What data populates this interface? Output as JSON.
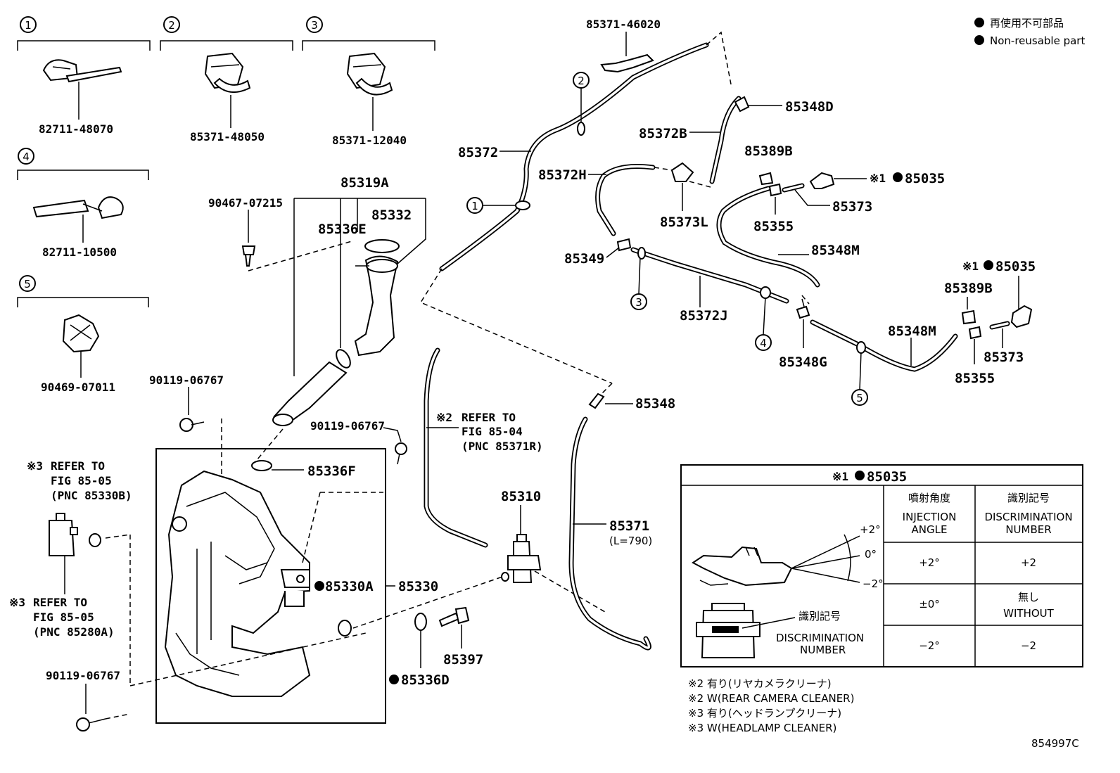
{
  "legend": {
    "jp": "再使用不可部品",
    "en": "Non-reusable part"
  },
  "callouts": {
    "c1": "1",
    "c2": "2",
    "c3": "3",
    "c4": "4",
    "c5": "5"
  },
  "parts": {
    "p82711_48070": "82711-48070",
    "p85371_48050": "85371-48050",
    "p85371_12040": "85371-12040",
    "p82711_10500": "82711-10500",
    "p90469_07011": "90469-07011",
    "p85319A": "85319A",
    "p90467_07215": "90467-07215",
    "p85332": "85332",
    "p85336E": "85336E",
    "p90119_a": "90119-06767",
    "p90119_b": "90119-06767",
    "p90119_c": "90119-06767",
    "p85336F": "85336F",
    "p85330A": "85330A",
    "p85330": "85330",
    "p85336D": "85336D",
    "p85397": "85397",
    "p85310": "85310",
    "p85371_46020": "85371-46020",
    "p85372": "85372",
    "p85372B": "85372B",
    "p85348D": "85348D",
    "p85372H": "85372H",
    "p85373L": "85373L",
    "p85349": "85349",
    "p85372J": "85372J",
    "p85389B_a": "85389B",
    "p85355_a": "85355",
    "p85373_a": "85373",
    "p85035_a": "85035",
    "p85348M_a": "85348M",
    "p85035_b": "85035",
    "p85389B_b": "85389B",
    "p85348G": "85348G",
    "p85348M_b": "85348M",
    "p85355_b": "85355",
    "p85373_b": "85373",
    "p85348": "85348",
    "p85371": "85371",
    "p85371_len": "(L=790)"
  },
  "marks": {
    "m1": "※1",
    "m2": "※2",
    "m3": "※3"
  },
  "refs": {
    "r2_l1": "REFER TO",
    "r2_l2": "FIG 85-04",
    "r2_l3": "(PNC 85371R)",
    "r3a_l1": "REFER TO",
    "r3a_l2": "FIG 85-05",
    "r3a_l3": "(PNC 85330B)",
    "r3b_l1": "REFER TO",
    "r3b_l2": "FIG 85-05",
    "r3b_l3": "(PNC 85280A)"
  },
  "table": {
    "title": "85035",
    "col1_jp": "噴射角度",
    "col1_en1": "INJECTION",
    "col1_en2": "ANGLE",
    "col2_jp": "識別記号",
    "col2_en1": "DISCRIMINATION",
    "col2_en2": "NUMBER",
    "rows": [
      {
        "angle": "+2°",
        "number": "+2"
      },
      {
        "angle": "±0°",
        "number_jp": "無し",
        "number": "WITHOUT"
      },
      {
        "angle": "−2°",
        "number": "−2"
      }
    ],
    "fig_plus": "+2°",
    "fig_zero": "0°",
    "fig_minus": "−2°",
    "fig_label_jp": "識別記号",
    "fig_label_en1": "DISCRIMINATION",
    "fig_label_en2": "NUMBER"
  },
  "footnotes": {
    "f1": "※2 有り(リヤカメラクリーナ)",
    "f2": "※2 W(REAR CAMERA CLEANER)",
    "f3": "※3 有り(ヘッドランプクリーナ)",
    "f4": "※3 W(HEADLAMP CLEANER)"
  },
  "figure_id": "854997C"
}
